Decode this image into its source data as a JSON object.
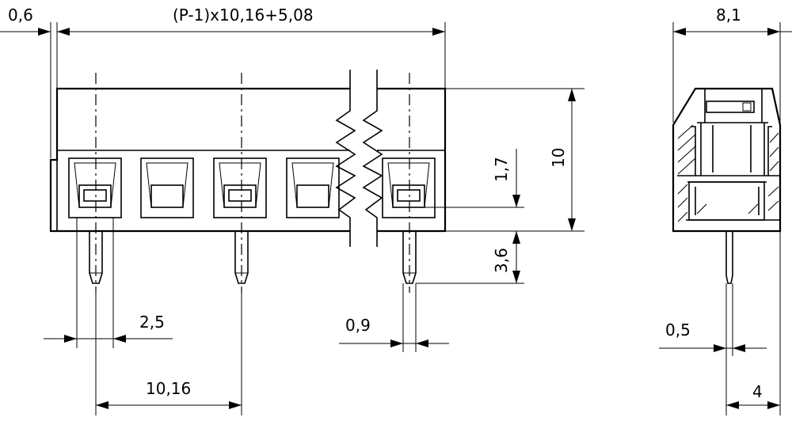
{
  "diagram": {
    "dimensions": {
      "offset": "0,6",
      "total_length": "(P-1)x10,16+5,08",
      "side_width": "8,1",
      "height_upper": "1,7",
      "height_total": "10",
      "height_pin": "3,6",
      "window_width": "2,5",
      "pin_thickness": "0,9",
      "pitch": "10,16",
      "side_pin": "0,5",
      "side_offset": "4"
    }
  }
}
